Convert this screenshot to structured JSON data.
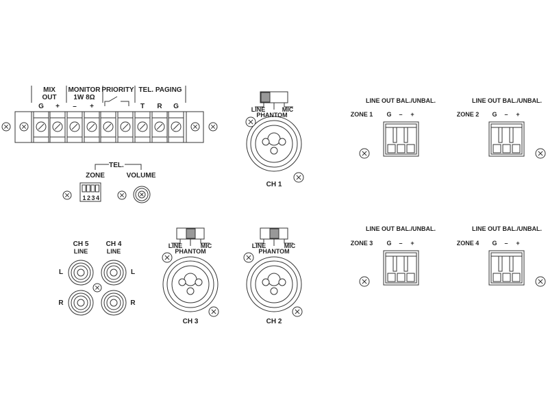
{
  "terminal_strip": {
    "mix_out": {
      "line1": "MIX",
      "line2": "OUT",
      "pins": [
        "G",
        "+"
      ]
    },
    "monitor": {
      "line1": "MONITOR",
      "line2": "1W 8Ω",
      "pins": [
        "–",
        "+"
      ]
    },
    "priority": {
      "label": "PRIORITY"
    },
    "tel_paging": {
      "label": "TEL. PAGING",
      "pins": [
        "T",
        "R",
        "G"
      ]
    }
  },
  "tel": {
    "label": "TEL.",
    "zone_label": "ZONE",
    "volume_label": "VOLUME",
    "dip_numbers": [
      "1",
      "2",
      "3",
      "4"
    ]
  },
  "channels": {
    "ch1": {
      "label": "CH 1",
      "switch_position": "LINE"
    },
    "ch2": {
      "label": "CH 2",
      "switch_position": "PHANTOM"
    },
    "ch3": {
      "label": "CH 3",
      "switch_position": "PHANTOM"
    },
    "switch_labels": {
      "line": "LINE",
      "phantom": "PHANTOM",
      "mic": "MIC"
    },
    "ch5": {
      "label": "CH 5",
      "sub": "LINE"
    },
    "ch4": {
      "label": "CH 4",
      "sub": "LINE"
    },
    "left": "L",
    "right": "R"
  },
  "zones": [
    {
      "header": "LINE OUT BAL./UNBAL.",
      "label": "ZONE 1",
      "pins": [
        "G",
        "–",
        "+"
      ]
    },
    {
      "header": "LINE OUT BAL./UNBAL.",
      "label": "ZONE 2",
      "pins": [
        "G",
        "–",
        "+"
      ]
    },
    {
      "header": "LINE OUT BAL./UNBAL.",
      "label": "ZONE 3",
      "pins": [
        "G",
        "–",
        "+"
      ]
    },
    {
      "header": "LINE OUT BAL./UNBAL.",
      "label": "ZONE 4",
      "pins": [
        "G",
        "–",
        "+"
      ]
    }
  ]
}
